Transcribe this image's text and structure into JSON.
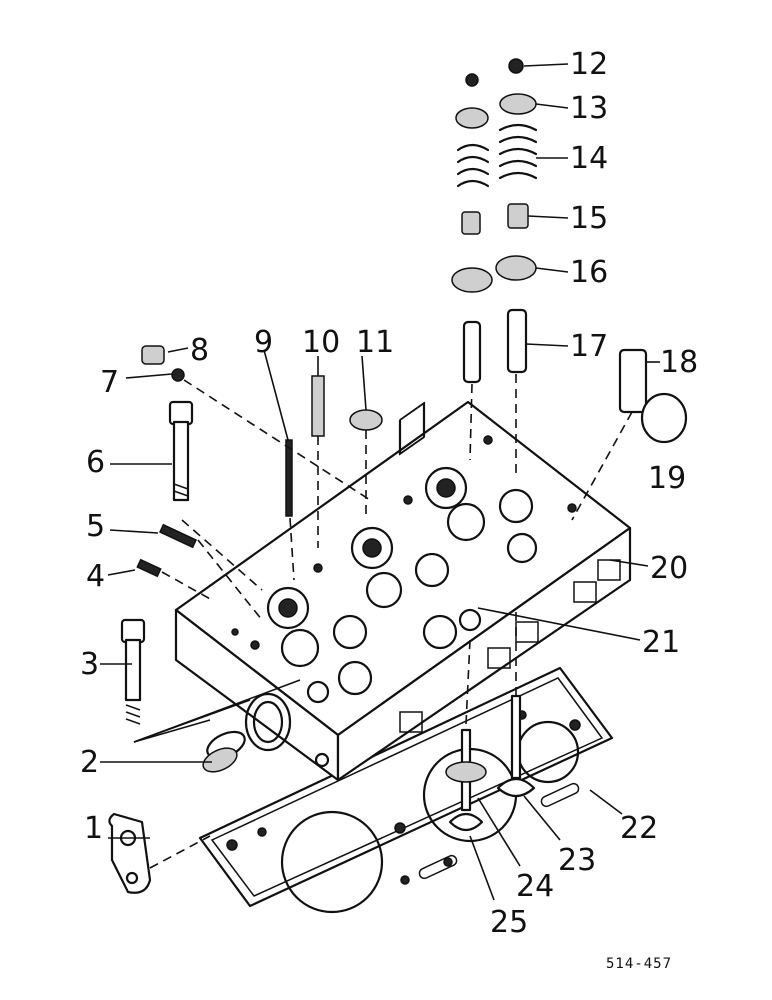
{
  "callouts": [
    "1",
    "2",
    "3",
    "4",
    "5",
    "6",
    "7",
    "8",
    "9",
    "10",
    "11",
    "12",
    "13",
    "14",
    "15",
    "16",
    "17",
    "18",
    "19",
    "20",
    "21",
    "22",
    "23",
    "24",
    "25"
  ],
  "reference_code": "514-457",
  "parts": {
    "gasket": "cylinder-head-gasket",
    "head": "cylinder-head",
    "valves": [
      "valve-inlet",
      "valve-exhaust"
    ],
    "springs": [
      "valve-spring-a",
      "valve-spring-b"
    ]
  }
}
